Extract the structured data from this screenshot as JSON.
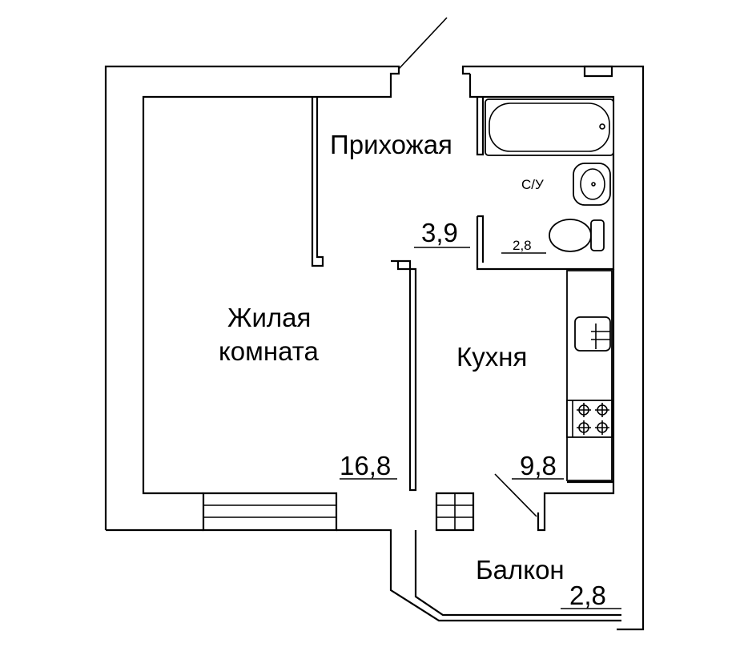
{
  "rooms": {
    "hallway": {
      "name": "Прихожая",
      "area": "3,9"
    },
    "bathroom": {
      "name": "С/У",
      "area": "2,8"
    },
    "living": {
      "name_line1": "Жилая",
      "name_line2": "комната",
      "area": "16,8"
    },
    "kitchen": {
      "name": "Кухня",
      "area": "9,8"
    },
    "balcony": {
      "name": "Балкон",
      "area": "2,8"
    }
  }
}
